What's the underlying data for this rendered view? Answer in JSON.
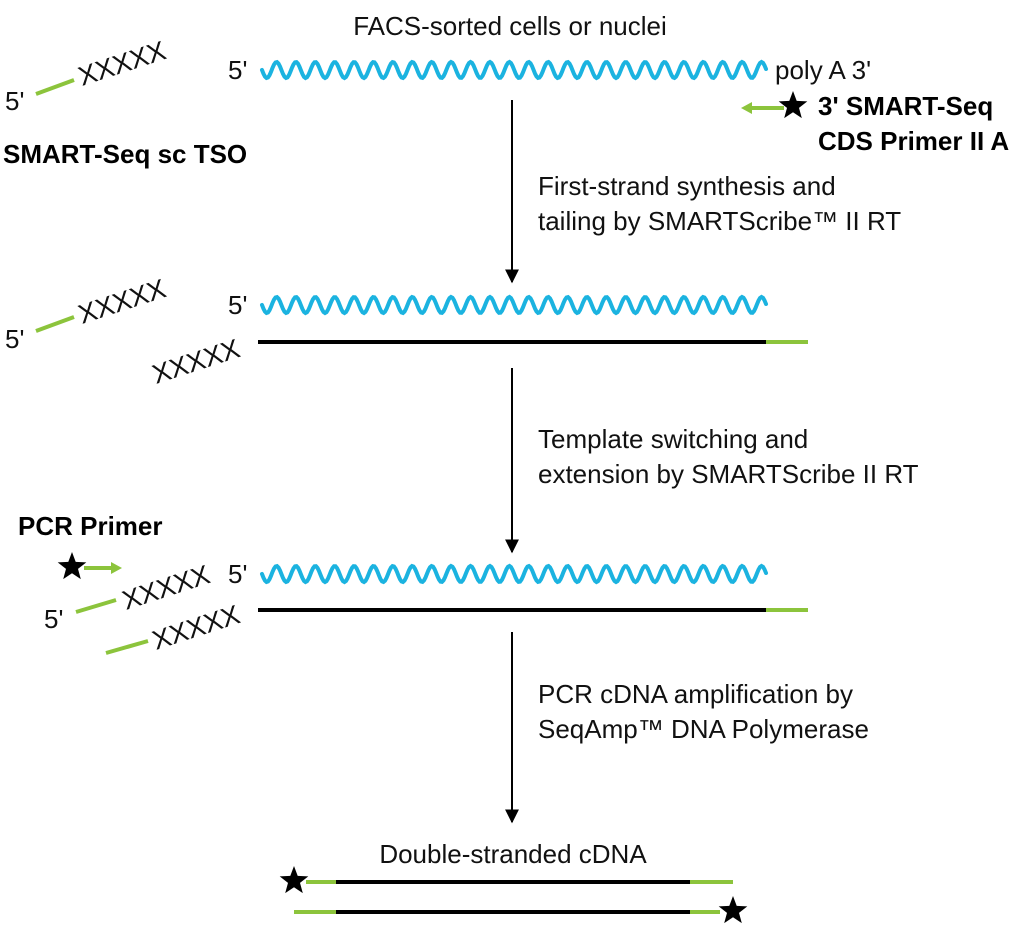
{
  "colors": {
    "rna": "#1bb3e0",
    "adapter": "#8cc43c",
    "strand": "#000000",
    "star": "#000000"
  },
  "labels": {
    "five_prime": "5'",
    "xxxxx": "XXXXX",
    "poly_a": "poly A 3'",
    "tso_title": "SMART-Seq sc TSO",
    "cds_line1": "3' SMART-Seq",
    "cds_line2": "CDS Primer II A",
    "pcr_primer": "PCR Primer"
  },
  "stage_titles": {
    "input": "FACS-sorted cells or nuclei",
    "output": "Double-stranded cDNA"
  },
  "steps": [
    {
      "line1": "First-strand synthesis and",
      "line2": "tailing by SMARTScribe™ II RT"
    },
    {
      "line1": "Template switching and",
      "line2": "extension by SMARTScribe II RT"
    },
    {
      "line1": "PCR cDNA amplification by",
      "line2": "SeqAmp™ DNA Polymerase"
    }
  ]
}
